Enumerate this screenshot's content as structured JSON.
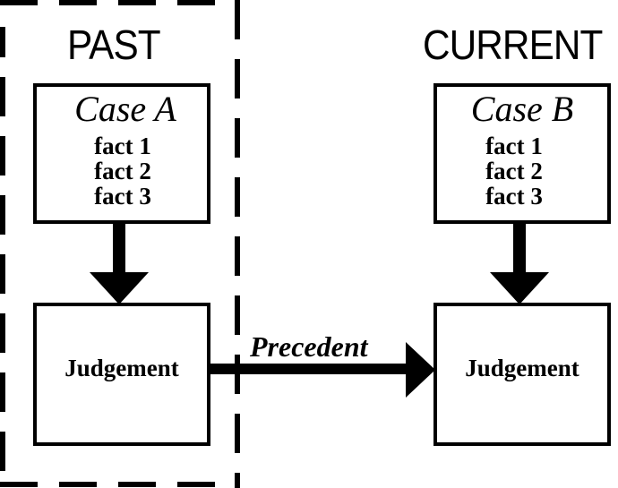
{
  "past": {
    "title": "PAST",
    "case_title": "Case A",
    "facts": [
      "fact 1",
      "fact 2",
      "fact 3"
    ],
    "judgement": "Judgement"
  },
  "current": {
    "title": "CURRENT",
    "case_title": "Case B",
    "facts": [
      "fact 1",
      "fact 2",
      "fact 3"
    ],
    "judgement": "Judgement"
  },
  "link": {
    "label": "Precedent"
  }
}
